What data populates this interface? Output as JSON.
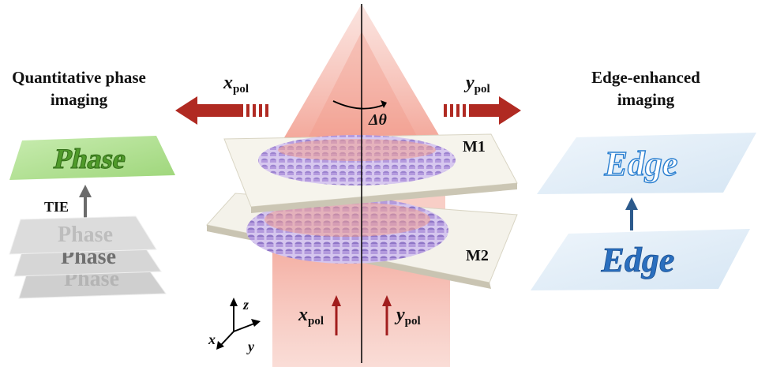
{
  "left_panel": {
    "title_line1": "Quantitative phase",
    "title_line2": "imaging",
    "output_word": "Phase",
    "input_word": "Phase",
    "arrow_label": "TIE"
  },
  "right_panel": {
    "title_line1": "Edge-enhanced",
    "title_line2": "imaging",
    "output_word": "Edge",
    "input_word": "Edge"
  },
  "center": {
    "metasurface_top": "M1",
    "metasurface_bottom": "M2",
    "rotation_symbol": "Δθ",
    "left_output_pol": {
      "main": "x",
      "sub": "pol"
    },
    "right_output_pol": {
      "main": "y",
      "sub": "pol"
    },
    "input_pol_left": {
      "main": "x",
      "sub": "pol"
    },
    "input_pol_right": {
      "main": "y",
      "sub": "pol"
    }
  },
  "axes": {
    "z": "z",
    "x": "x",
    "y": "y"
  },
  "colors": {
    "beam": "#f3a597",
    "arrow_red": "#b02a22",
    "pillar": "#b49ade",
    "phase_green": "#4f9a2a",
    "edge_blue": "#2a6fbf",
    "arrow_grey": "#6b6b6b",
    "arrow_blue": "#2c5a8c"
  }
}
